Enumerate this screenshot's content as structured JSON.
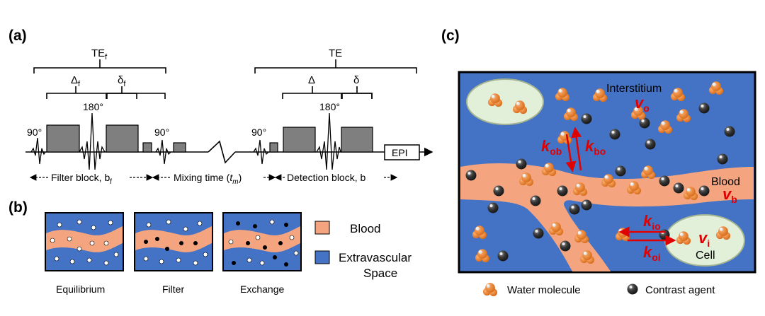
{
  "panels": {
    "a": "(a)",
    "b": "(b)",
    "c": "(c)"
  },
  "sequence": {
    "te_f": "TE",
    "te_f_sub": "f",
    "delta_f": "Δ",
    "delta_f_sub": "f",
    "small_delta_f": "δ",
    "small_delta_f_sub": "f",
    "pulse_90_a": "90°",
    "pulse_180_a": "180°",
    "pulse_90_b": "90°",
    "te": "TE",
    "delta": "Δ",
    "small_delta": "δ",
    "pulse_90_c": "90°",
    "pulse_180_b": "180°",
    "epi": "EPI",
    "filter_block": "Filter block, b",
    "filter_block_sub": "f",
    "mixing_time_a": "Mixing time (",
    "mixing_time_t": "t",
    "mixing_time_sub": "m",
    "mixing_time_b": ")",
    "detection_block": "Detection block, b"
  },
  "panel_b": {
    "legend": [
      {
        "label": "Blood",
        "color": "#f4a57f"
      },
      {
        "label_line1": "Extravascular",
        "label_line2": "Space",
        "color": "#4472c4"
      }
    ],
    "captions": [
      "Equilibrium",
      "Filter",
      "Exchange"
    ]
  },
  "panel_c": {
    "interstitium": "Interstitium",
    "v_o": "v",
    "v_o_sub": "o",
    "k_ob": "k",
    "k_ob_sub": "ob",
    "k_bo": "k",
    "k_bo_sub": "bo",
    "blood": "Blood",
    "v_b": "v",
    "v_b_sub": "b",
    "k_io": "k",
    "k_io_sub": "io",
    "k_oi": "k",
    "k_oi_sub": "oi",
    "v_i": "v",
    "v_i_sub": "i",
    "cell": "Cell",
    "legend_water": "Water molecule",
    "legend_contrast": "Contrast agent"
  },
  "colors": {
    "blood": "#f4a57f",
    "extravascular": "#4472c4",
    "cell": "#e2efd9",
    "water": "#f28c38",
    "contrast": "#3a3a3a",
    "rate_arrow": "#e00000",
    "gradient_block": "#7f7f7f"
  }
}
